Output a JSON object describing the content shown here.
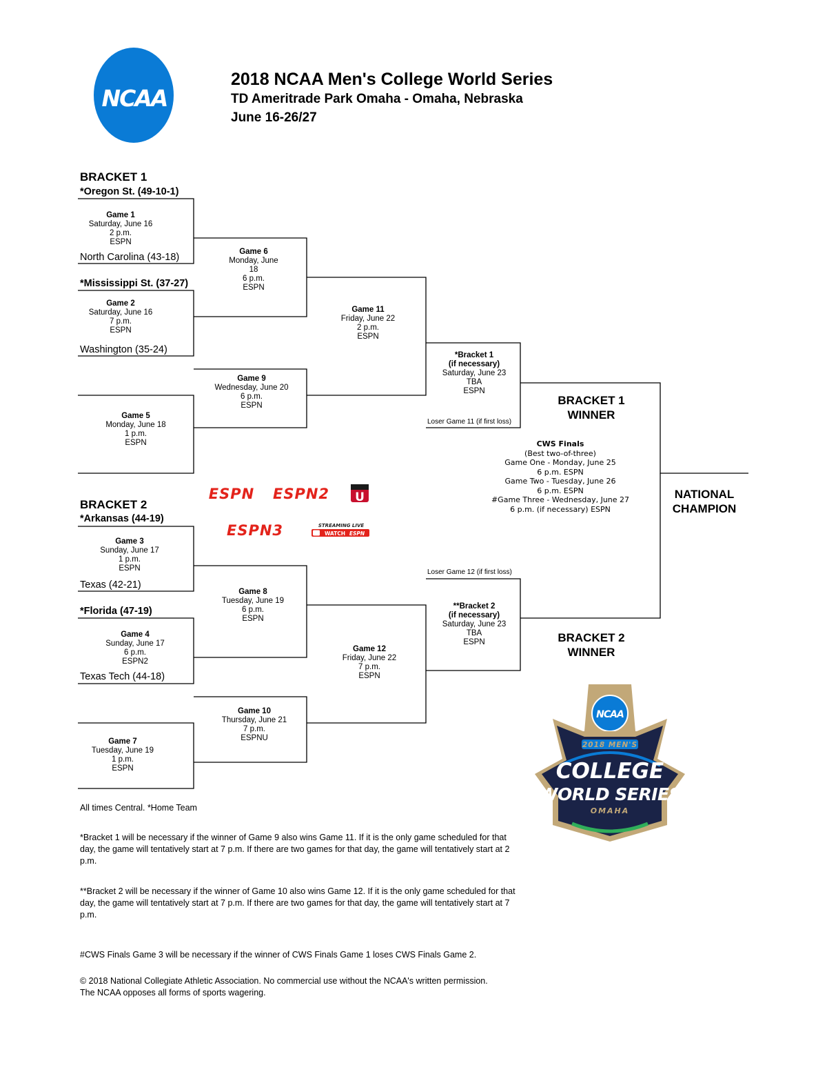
{
  "header": {
    "logo_text": "NCAA",
    "title": "2018 NCAA Men's College World Series",
    "subtitle": "TD Ameritrade Park Omaha - Omaha, Nebraska",
    "dates": "June 16-26/27"
  },
  "bracket1": {
    "heading": "BRACKET 1",
    "seed1": "*Oregon St. (49-10-1)",
    "team1": "North Carolina (43-18)",
    "seed2": "*Mississippi St. (37-27)",
    "team2": "Washington (35-24)",
    "game1": {
      "title": "Game 1",
      "date": "Saturday, June 16",
      "time": "2 p.m.",
      "network": "ESPN"
    },
    "game2": {
      "title": "Game 2",
      "date": "Saturday, June 16",
      "time": "7 p.m.",
      "network": "ESPN"
    },
    "game5": {
      "title": "Game 5",
      "date": "Monday, June 18",
      "time": "1 p.m.",
      "network": "ESPN"
    },
    "game6": {
      "title": "Game 6",
      "date": "Monday, June 18",
      "time": "6 p.m.",
      "network": "ESPN"
    },
    "game9": {
      "title": "Game 9",
      "date": "Wednesday, June 20",
      "time": "6 p.m.",
      "network": "ESPN"
    },
    "game11": {
      "title": "Game 11",
      "date": "Friday, June 22",
      "time": "2 p.m.",
      "network": "ESPN"
    },
    "final": {
      "title": "*Bracket 1",
      "cond": "(if necessary)",
      "date": "Saturday, June 23",
      "time": "TBA",
      "network": "ESPN"
    },
    "loser_note": "Loser Game 11 (if first loss)",
    "winner_label": "BRACKET 1 WINNER"
  },
  "bracket2": {
    "heading": "BRACKET 2",
    "seed1": "*Arkansas (44-19)",
    "team1": "Texas (42-21)",
    "seed2": "*Florida (47-19)",
    "team2": "Texas Tech (44-18)",
    "game3": {
      "title": "Game 3",
      "date": "Sunday, June 17",
      "time": "1 p.m.",
      "network": "ESPN"
    },
    "game4": {
      "title": "Game 4",
      "date": "Sunday, June 17",
      "time": "6 p.m.",
      "network": "ESPN2"
    },
    "game7": {
      "title": "Game 7",
      "date": "Tuesday, June 19",
      "time": "1 p.m.",
      "network": "ESPN"
    },
    "game8": {
      "title": "Game 8",
      "date": "Tuesday, June 19",
      "time": "6 p.m.",
      "network": "ESPN"
    },
    "game10": {
      "title": "Game 10",
      "date": "Thursday, June 21",
      "time": "7 p.m.",
      "network": "ESPNU"
    },
    "game12": {
      "title": "Game 12",
      "date": "Friday, June 22",
      "time": "7 p.m.",
      "network": "ESPN"
    },
    "final": {
      "title": "**Bracket 2",
      "cond": "(if necessary)",
      "date": "Saturday, June 23",
      "time": "TBA",
      "network": "ESPN"
    },
    "loser_note": "Loser Game 12 (if first loss)",
    "winner_label": "BRACKET 2 WINNER"
  },
  "finals": {
    "title": "CWS Finals",
    "format": "(Best two-of-three)",
    "game1": "Game One - Monday, June 25",
    "game1_time": "6 p.m. ESPN",
    "game2": "Game Two - Tuesday, June 26",
    "game2_time": "6 p.m. ESPN",
    "game3": "#Game Three - Wednesday, June 27",
    "game3_time": "6 p.m. (if necessary) ESPN",
    "champion_label": "NATIONAL CHAMPION"
  },
  "networks": {
    "espn": "ESPN",
    "espn2": "ESPN2",
    "espnu": "U",
    "espn3": "ESPN3",
    "streaming_top": "STREAMING LIVE",
    "streaming_watch": "WATCH",
    "streaming_espn": "ESPN"
  },
  "cws_logo": {
    "ncaa": "NCAA",
    "year_line": "2018 MEN'S",
    "line1": "COLLEGE",
    "line2": "WORLD SERIES",
    "city": "OMAHA"
  },
  "notes": {
    "times": "All times Central. *Home Team",
    "bracket1_note": "*Bracket 1 will be necessary if the winner of Game 9 also wins Game 11. If it is the only game scheduled for that day, the game will tentatively start at 7 p.m. If there are two games for that day, the game will tentatively start at 2 p.m.",
    "bracket2_note": "**Bracket 2 will be necessary if the winner of Game 10 also wins Game 12. If it is the only game scheduled for that day, the game will tentatively start at 7 p.m. If there are two games for that day, the game will tentatively start at 7 p.m.",
    "finals_note": "#CWS Finals Game 3 will be necessary if the winner of CWS Finals Game 1 loses CWS Finals Game 2.",
    "copyright": "© 2018 National Collegiate Athletic Association. No commercial use without the NCAA's written permission. The NCAA opposes all forms of sports wagering."
  },
  "colors": {
    "ncaa_blue": "#0a7bd6",
    "espn_red": "#e3231b",
    "cws_navy": "#1a2347",
    "cws_gold": "#c2a878"
  }
}
